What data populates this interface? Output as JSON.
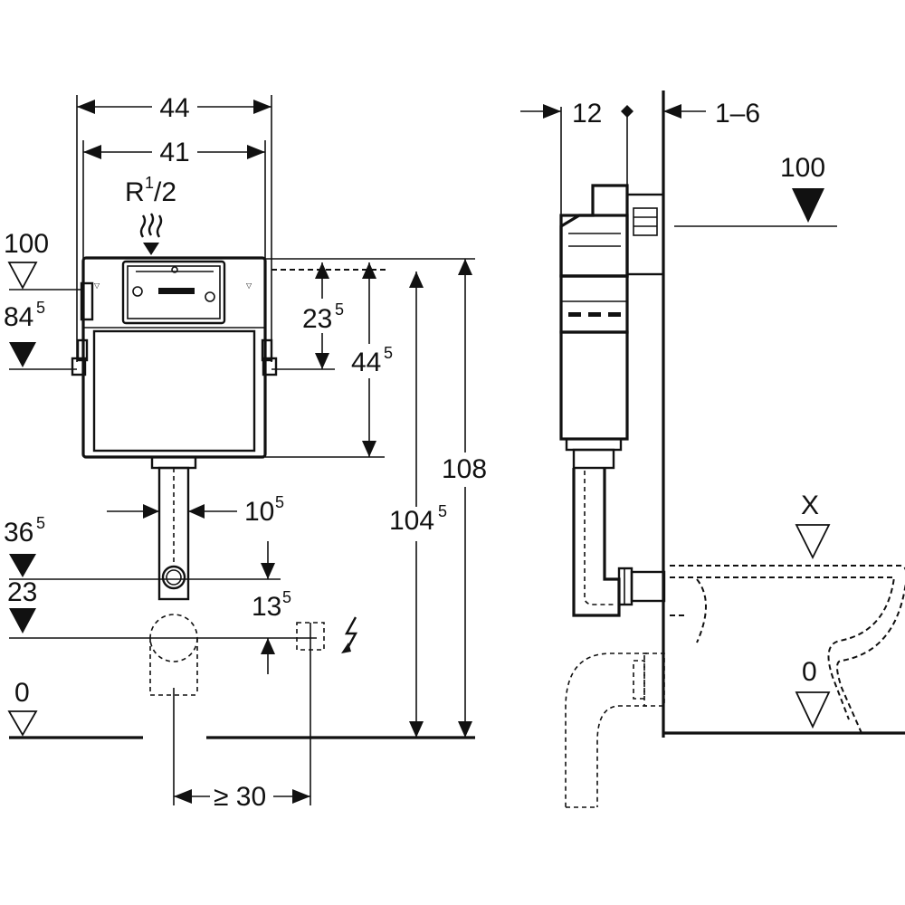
{
  "front_view": {
    "dim_width_outer": "44",
    "dim_width_inner": "41",
    "inlet_label_main": "R",
    "inlet_label_num": "1",
    "inlet_label_den": "/2",
    "level_100": "100",
    "level_84_main": "84",
    "level_84_sup": "5",
    "dim_23_main": "23",
    "dim_23_sup": "5",
    "dim_44_main": "44",
    "dim_44_sup": "5",
    "dim_108": "108",
    "dim_104_main": "104",
    "dim_104_sup": "5",
    "dim_10_main": "10",
    "dim_10_sup": "5",
    "level_36_main": "36",
    "level_36_sup": "5",
    "level_23": "23",
    "dim_13_main": "13",
    "dim_13_sup": "5",
    "level_0": "0",
    "dim_min30": "≥ 30"
  },
  "side_view": {
    "dim_12": "12",
    "dim_1_6": "1–6",
    "level_100": "100",
    "level_x": "X",
    "level_0": "0"
  }
}
